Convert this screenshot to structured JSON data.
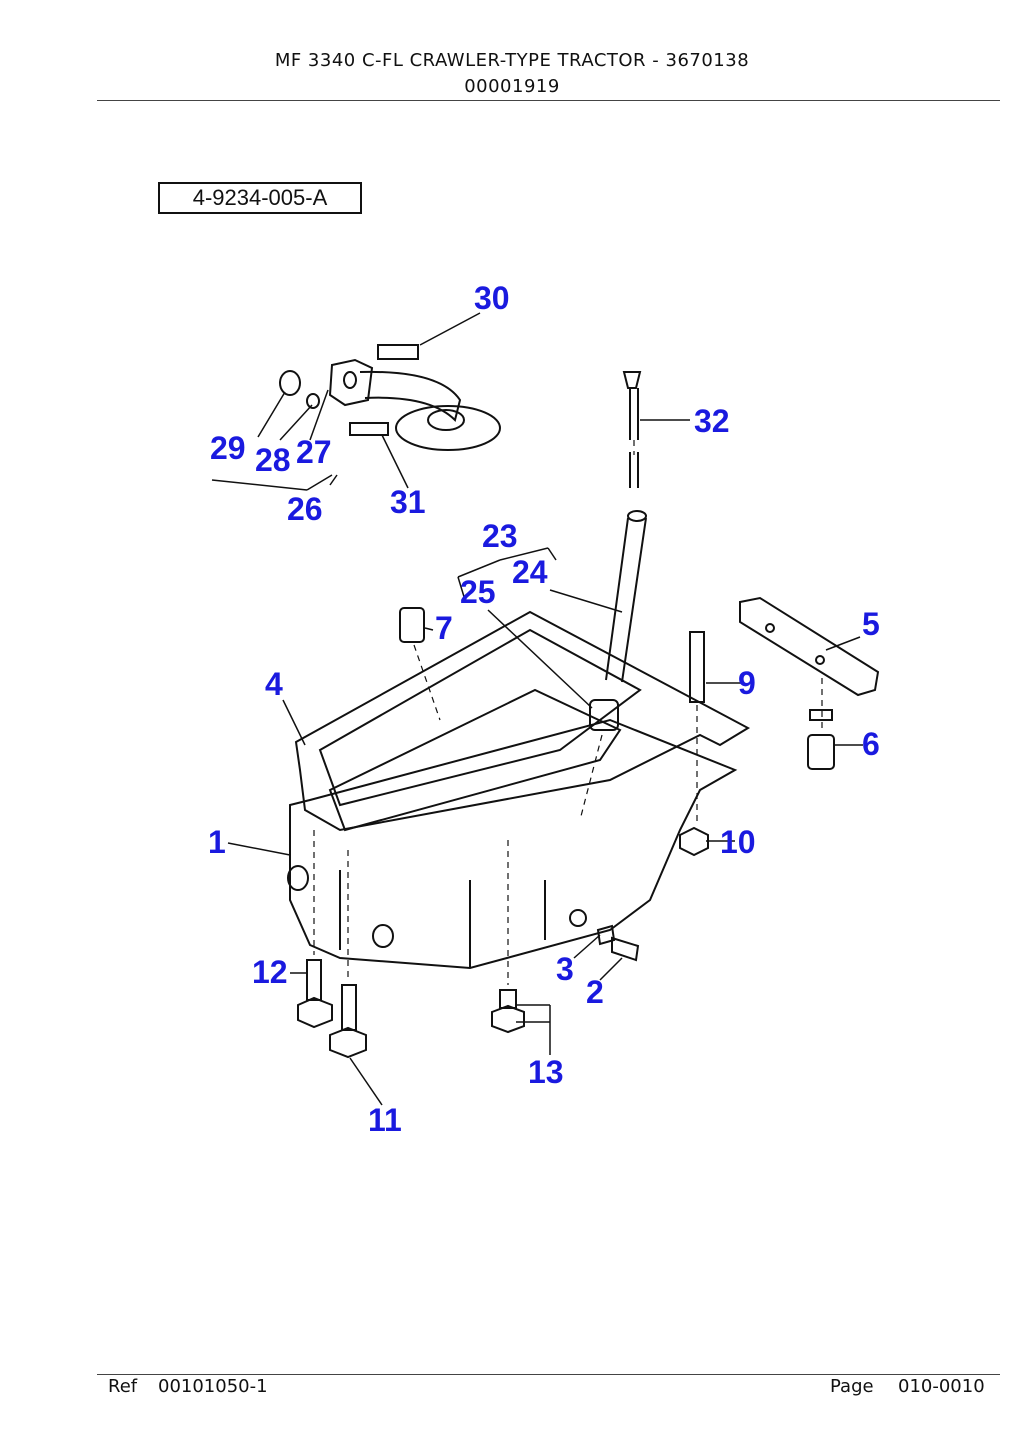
{
  "header": {
    "title": "MF 3340 C-FL  CRAWLER-TYPE TRACTOR - 3670138",
    "code": "00001919"
  },
  "diagram": {
    "figure_ref": "4-9234-005-A",
    "callouts": [
      "1",
      "2",
      "3",
      "4",
      "5",
      "6",
      "7",
      "9",
      "10",
      "11",
      "12",
      "13",
      "23",
      "24",
      "25",
      "26",
      "27",
      "28",
      "29",
      "30",
      "31",
      "32"
    ]
  },
  "footer": {
    "ref_label": "Ref",
    "ref_value": "00101050-1",
    "page_label": "Page",
    "page_value": "010-0010"
  },
  "colors": {
    "callout": "#1a1adf",
    "line": "#111111"
  }
}
